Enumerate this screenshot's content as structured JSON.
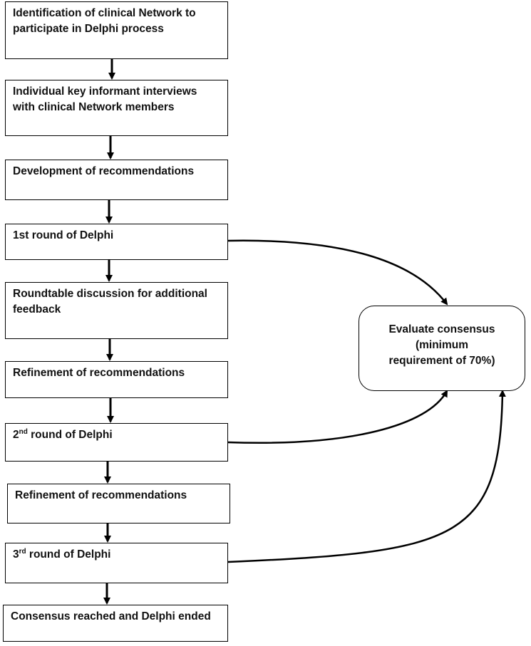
{
  "steps": [
    {
      "id": "s1",
      "text": "Identification of clinical Network to participate in Delphi process"
    },
    {
      "id": "s2",
      "text": "Individual key informant interviews with clinical Network members"
    },
    {
      "id": "s3",
      "text": "Development of recommendations"
    },
    {
      "id": "s4",
      "text": "1st round of Delphi"
    },
    {
      "id": "s5",
      "text": "Roundtable discussion for additional feedback"
    },
    {
      "id": "s6",
      "text": "Refinement of recommendations"
    },
    {
      "id": "s7",
      "ordinal": "2",
      "suffix": "nd",
      "rest": " round of Delphi"
    },
    {
      "id": "s8",
      "text": "Refinement of recommendations"
    },
    {
      "id": "s9",
      "ordinal": "3",
      "suffix": "rd",
      "rest": " round of Delphi"
    },
    {
      "id": "s10",
      "text": "Consensus reached and Delphi ended"
    }
  ],
  "consensus": {
    "line1": "Evaluate consensus",
    "line2": "(minimum",
    "line3": "requirement of 70%)"
  },
  "edges": [
    {
      "from": "s1",
      "to": "s2"
    },
    {
      "from": "s2",
      "to": "s3"
    },
    {
      "from": "s3",
      "to": "s4"
    },
    {
      "from": "s4",
      "to": "s5"
    },
    {
      "from": "s5",
      "to": "s6"
    },
    {
      "from": "s6",
      "to": "s7"
    },
    {
      "from": "s7",
      "to": "s8"
    },
    {
      "from": "s8",
      "to": "s9"
    },
    {
      "from": "s9",
      "to": "s10"
    },
    {
      "from": "s4",
      "to": "consensus"
    },
    {
      "from": "s7",
      "to": "consensus"
    },
    {
      "from": "s9",
      "to": "consensus"
    }
  ]
}
